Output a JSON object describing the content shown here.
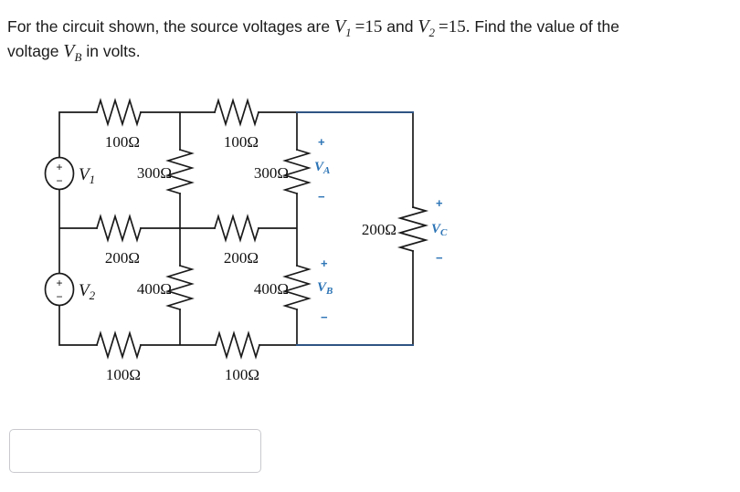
{
  "question": {
    "s1": "For the circuit shown, the source voltages are ",
    "v1_base": "V",
    "v1_sub": "1",
    "v1_eq": "=15",
    "s2": " and ",
    "v2_base": "V",
    "v2_sub": "2",
    "v2_eq": "=15.",
    "s3": " Find the value of the",
    "s4": "voltage ",
    "vb_base": "V",
    "vb_sub": "B",
    "s5": " in volts."
  },
  "circuit": {
    "resistors": {
      "top_left": "100Ω",
      "top_right": "100Ω",
      "col1_upper": "300Ω",
      "col2_upper": "300Ω",
      "mid_left": "200Ω",
      "mid_right": "200Ω",
      "col1_lower": "400Ω",
      "col2_lower": "400Ω",
      "bottom_left": "100Ω",
      "bottom_right": "100Ω",
      "right_branch": "200Ω"
    },
    "sources": {
      "v1_base": "V",
      "v1_sub": "1",
      "v1_plus": "+",
      "v1_minus": "−",
      "v2_base": "V",
      "v2_sub": "2",
      "v2_plus": "+",
      "v2_minus": "−"
    },
    "labels": {
      "va_base": "V",
      "va_sub": "A",
      "va_plus": "+",
      "va_minus": "−",
      "vb_base": "V",
      "vb_sub": "B",
      "vb_plus": "+",
      "vb_minus": "−",
      "vc_base": "V",
      "vc_sub": "C",
      "vc_plus": "+",
      "vc_minus": "−"
    },
    "colors": {
      "wire": "#1a1a1a",
      "highlight": "#2f5484",
      "label": "#2e75b6"
    }
  },
  "answer": {
    "value": ""
  }
}
